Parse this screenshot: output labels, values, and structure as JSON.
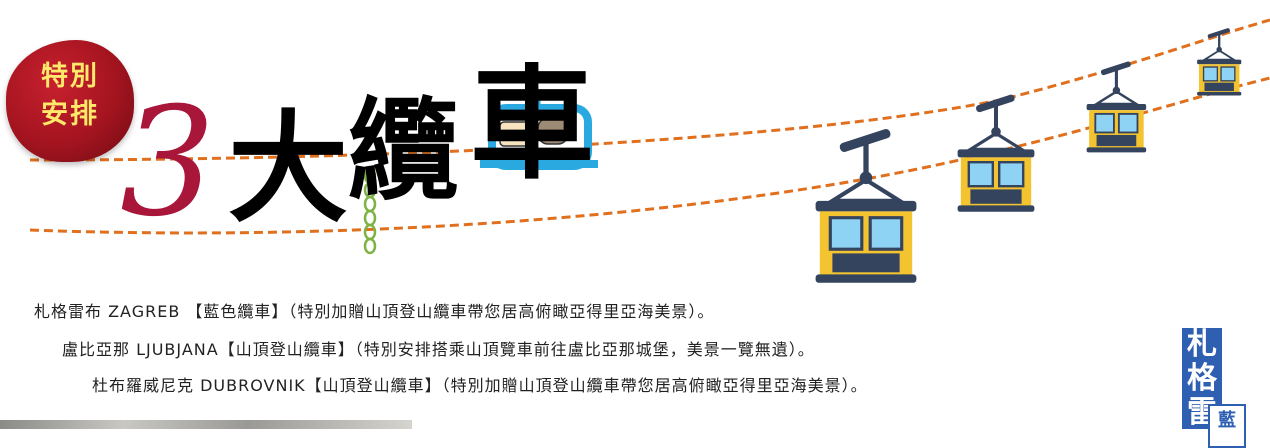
{
  "badge": {
    "line1": "特別",
    "line2": "安排"
  },
  "title": {
    "number": "3",
    "char_da": "大",
    "char_lan": "纜",
    "char_che": "車"
  },
  "routes": [
    "札格雷布 ZAGREB 【藍色纜車】（特別加贈山頂登山纜車帶您居高俯瞰亞得里亞海美景）。",
    "盧比亞那 LJUBJANA【山頂登山纜車】（特別安排搭乘山頂覽車前往盧比亞那城堡，美景一覽無遺）。",
    "杜布羅威尼克 DUBROVNIK【山頂登山纜車】（特別加贈山頂登山纜車帶您居高俯瞰亞得里亞海美景）。"
  ],
  "side_tag": {
    "text": "札格雷",
    "sub": "藍"
  },
  "colors": {
    "badge_red": "#a3141f",
    "badge_text": "#ffe96a",
    "cable_orange": "#e0701e",
    "title_crimson": "#a8163a",
    "title_pink": "#e95c9e",
    "title_green": "#7cb342",
    "gondola_yellow": "#f4c430",
    "gondola_navy": "#34445e",
    "tag_blue": "#2f5fb1"
  }
}
